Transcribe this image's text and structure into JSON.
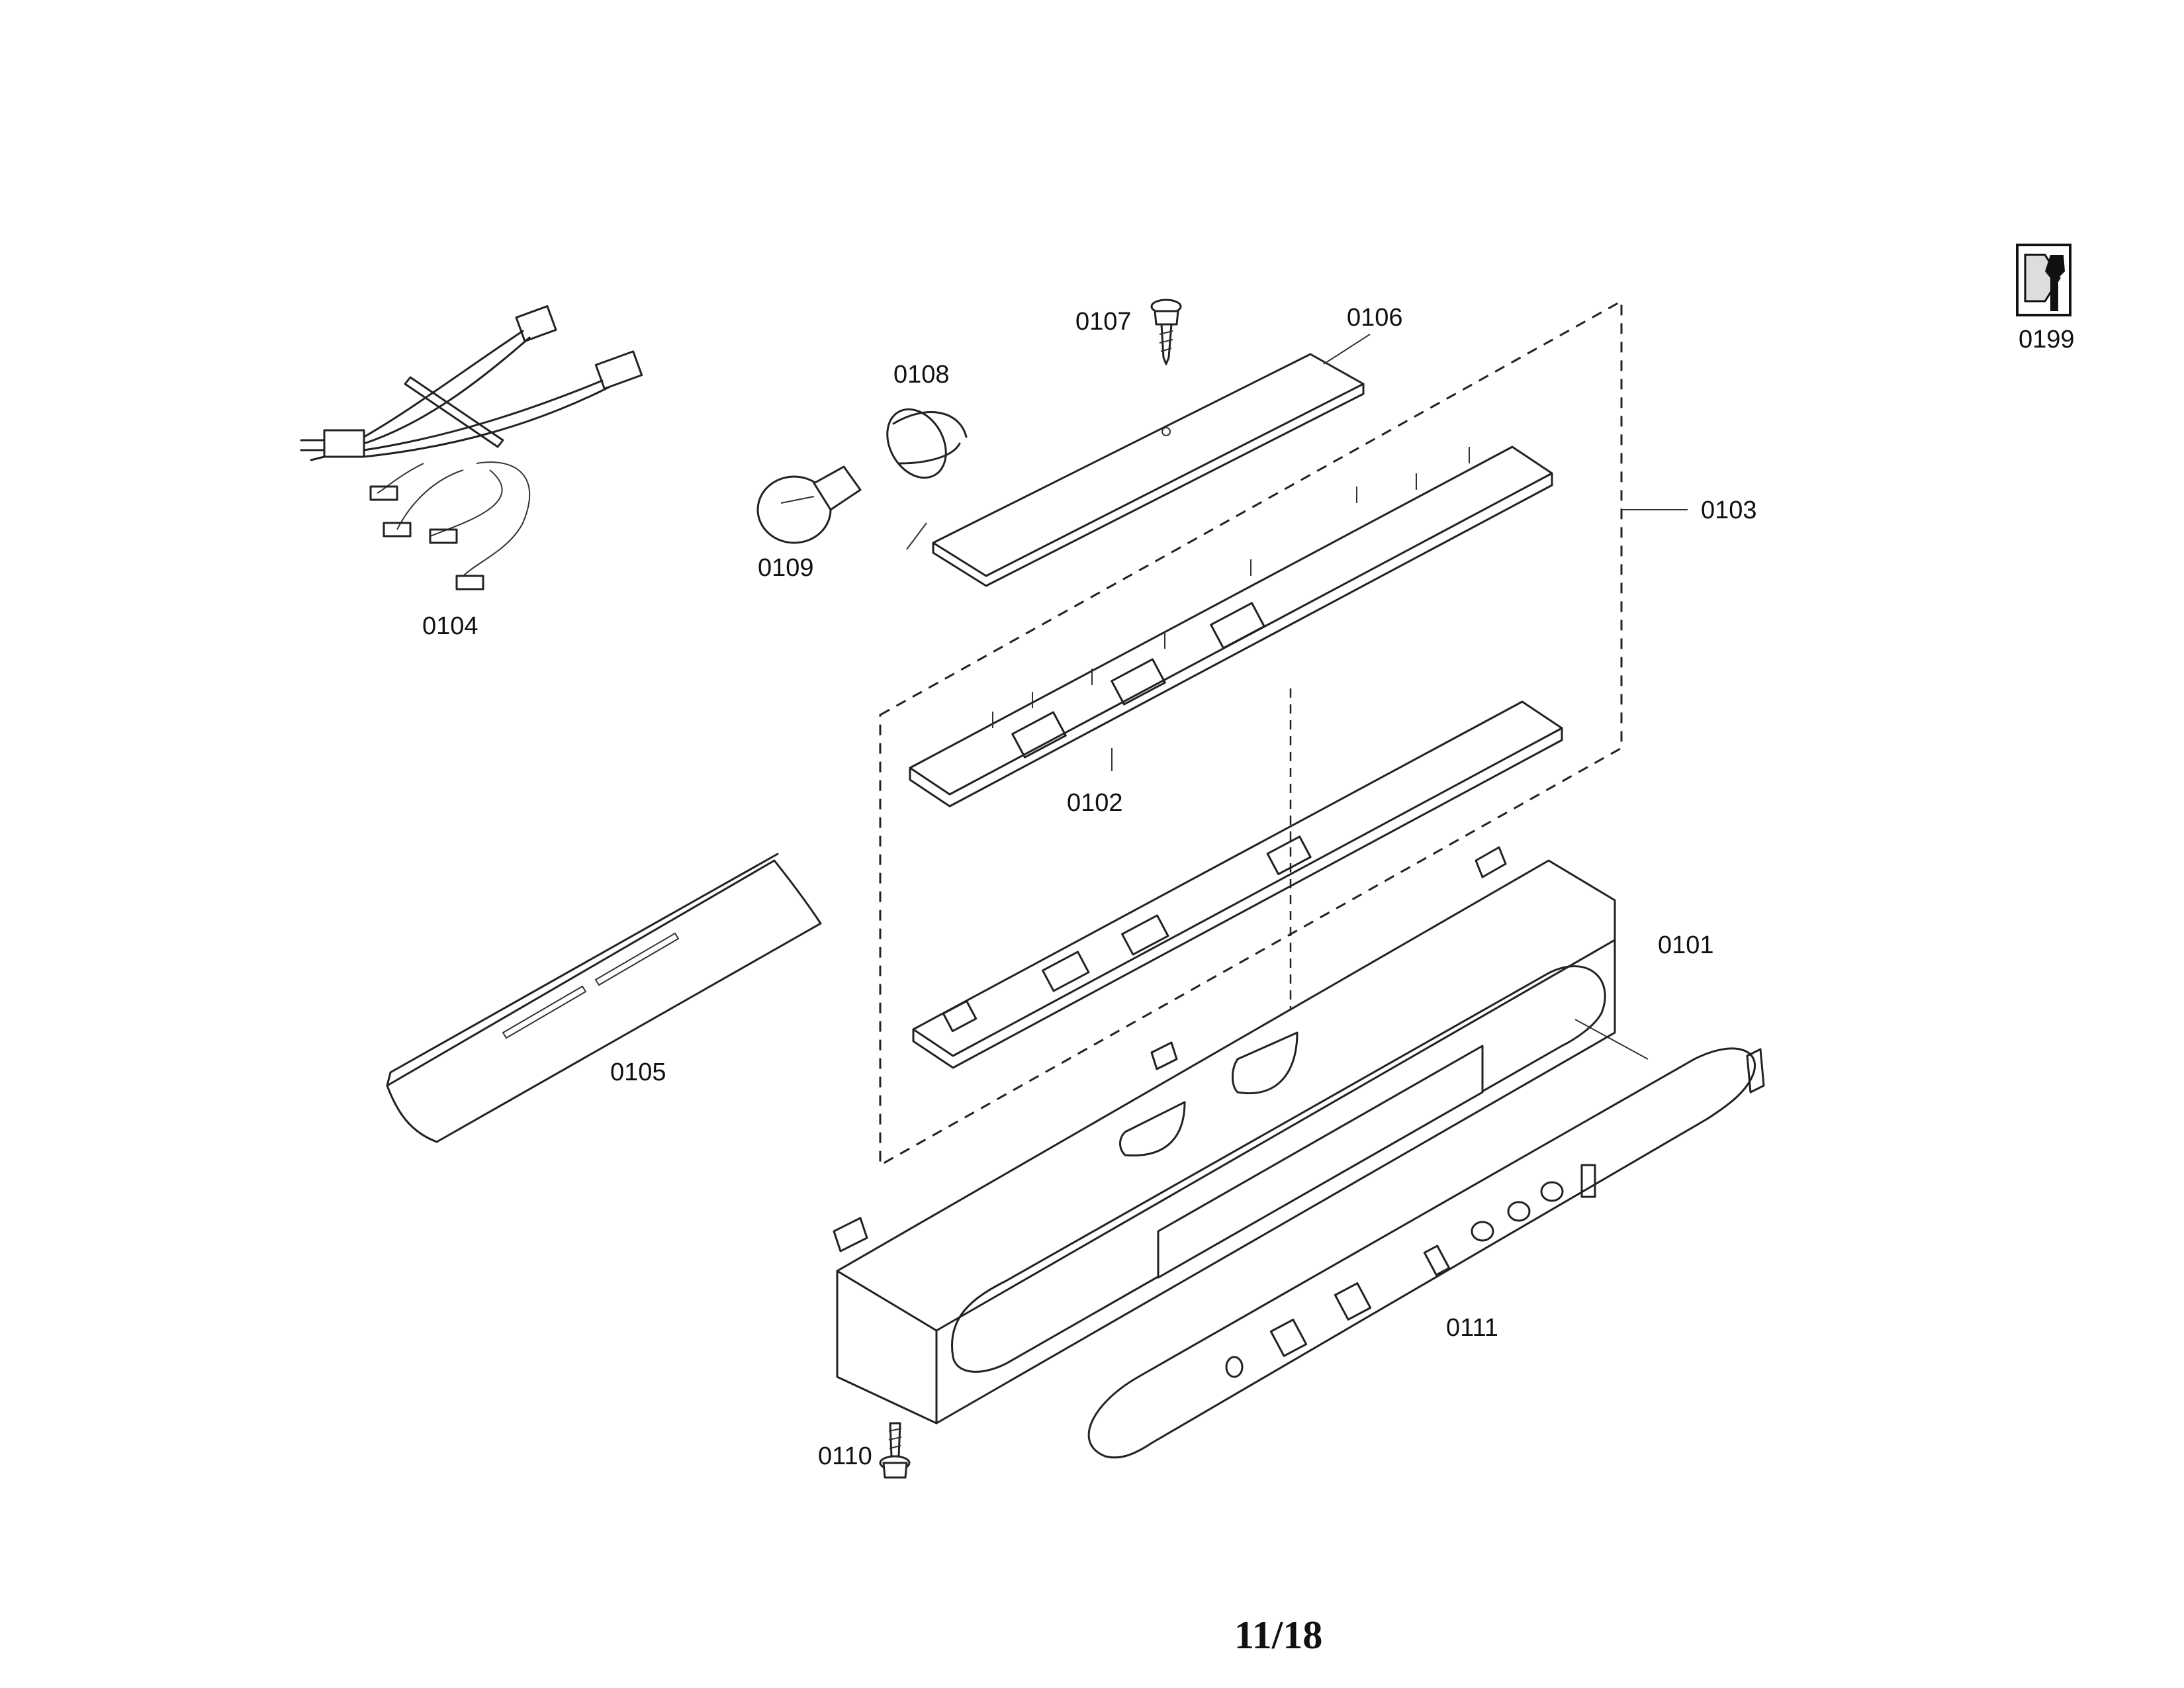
{
  "parts": {
    "p0101": "0101",
    "p0102": "0102",
    "p0103": "0103",
    "p0104": "0104",
    "p0105": "0105",
    "p0106": "0106",
    "p0107": "0107",
    "p0108": "0108",
    "p0109": "0109",
    "p0110": "0110",
    "p0111": "0111",
    "p0199": "0199"
  },
  "page_number": "11/18",
  "icons": {
    "tool_icon": "screw-wrench-icon"
  }
}
